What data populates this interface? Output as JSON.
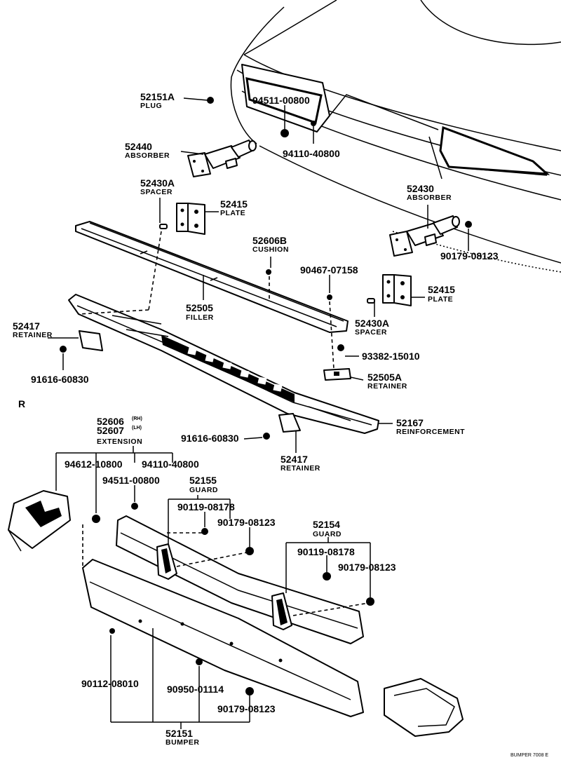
{
  "diagram": {
    "side_marker": "R",
    "footer_code": "BUMPER 7008 E",
    "labels": {
      "plug": {
        "number": "52151A",
        "name": "PLUG"
      },
      "absorber_lh": {
        "number": "52440",
        "name": "ABSORBER"
      },
      "spacer_left": {
        "number": "52430A",
        "name": "SPACER"
      },
      "plate_left": {
        "number": "52415",
        "name": "PLATE"
      },
      "cushion": {
        "number": "52606B",
        "name": "CUSHION"
      },
      "filler": {
        "number": "52505",
        "name": "FILLER"
      },
      "absorber_rh": {
        "number": "52430",
        "name": "ABSORBER"
      },
      "plate_right": {
        "number": "52415",
        "name": "PLATE"
      },
      "spacer_right": {
        "number": "52430A",
        "name": "SPACER"
      },
      "retainer_left": {
        "number": "52417",
        "name": "RETAINER"
      },
      "retainer_center": {
        "number": "52505A",
        "name": "RETAINER"
      },
      "reinforcement": {
        "number": "52167",
        "name": "REINFORCEMENT"
      },
      "retainer_lower": {
        "number": "52417",
        "name": "RETAINER"
      },
      "extension": {
        "number_rh": "52606",
        "rh": "(RH)",
        "number_lh": "52607",
        "lh": "(LH)",
        "name": "EXTENSION"
      },
      "guard_left": {
        "number": "52155",
        "name": "GUARD"
      },
      "guard_right": {
        "number": "52154",
        "name": "GUARD"
      },
      "bumper": {
        "number": "52151",
        "name": "BUMPER"
      }
    },
    "fasteners": {
      "f_94511_top": "94511-00800",
      "f_94110_top": "94110-40800",
      "f_90467": "90467-07158",
      "f_90179_right": "90179-08123",
      "f_93382": "93382-15010",
      "f_91616_left": "91616-60830",
      "f_91616_mid": "91616-60830",
      "f_94612": "94612-10800",
      "f_94110_low": "94110-40800",
      "f_94511_low": "94511-00800",
      "f_90119_a": "90119-08178",
      "f_90179_a": "90179-08123",
      "f_90119_b": "90119-08178",
      "f_90179_b": "90179-08123",
      "f_90112": "90112-08010",
      "f_90950": "90950-01114",
      "f_90179_c": "90179-08123"
    }
  }
}
